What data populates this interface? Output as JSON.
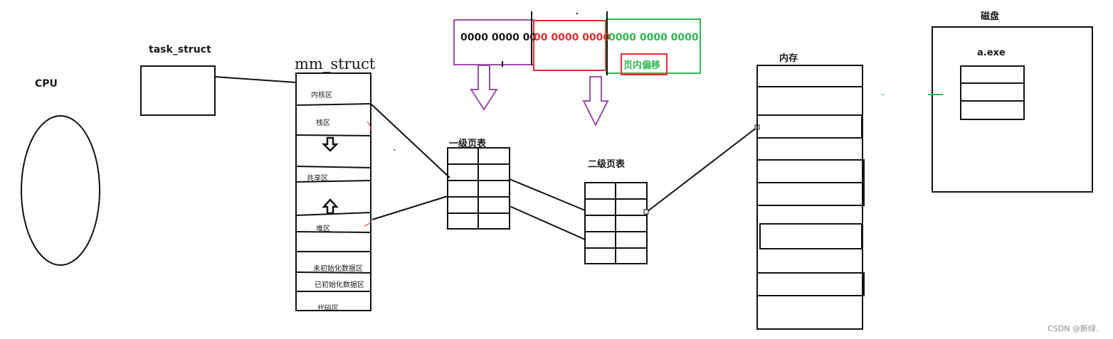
{
  "labels": {
    "cpu": "CPU",
    "task_struct": "task_struct",
    "mm_struct": "mm_struct",
    "level1_table": "一级页表",
    "level2_table": "二级页表",
    "memory": "内存",
    "disk": "磁盘",
    "exe": "a.exe",
    "watermark": "CSDN @新绿."
  },
  "address": {
    "part1": "0000 0000 00",
    "part2": "00 0000 0000",
    "part3": "0000 0000 0000",
    "offset_label": "页内偏移"
  },
  "mm_regions": {
    "kernel": "内核区",
    "stack": "栈区",
    "shared": "共享区",
    "heap": "堆区",
    "bss": "未初始化数据区",
    "data": "已初始化数据区",
    "code": "代码区"
  },
  "colors": {
    "purple": "#9b4fa8",
    "red": "#e03030",
    "green": "#2db84d",
    "black": "#111111"
  }
}
